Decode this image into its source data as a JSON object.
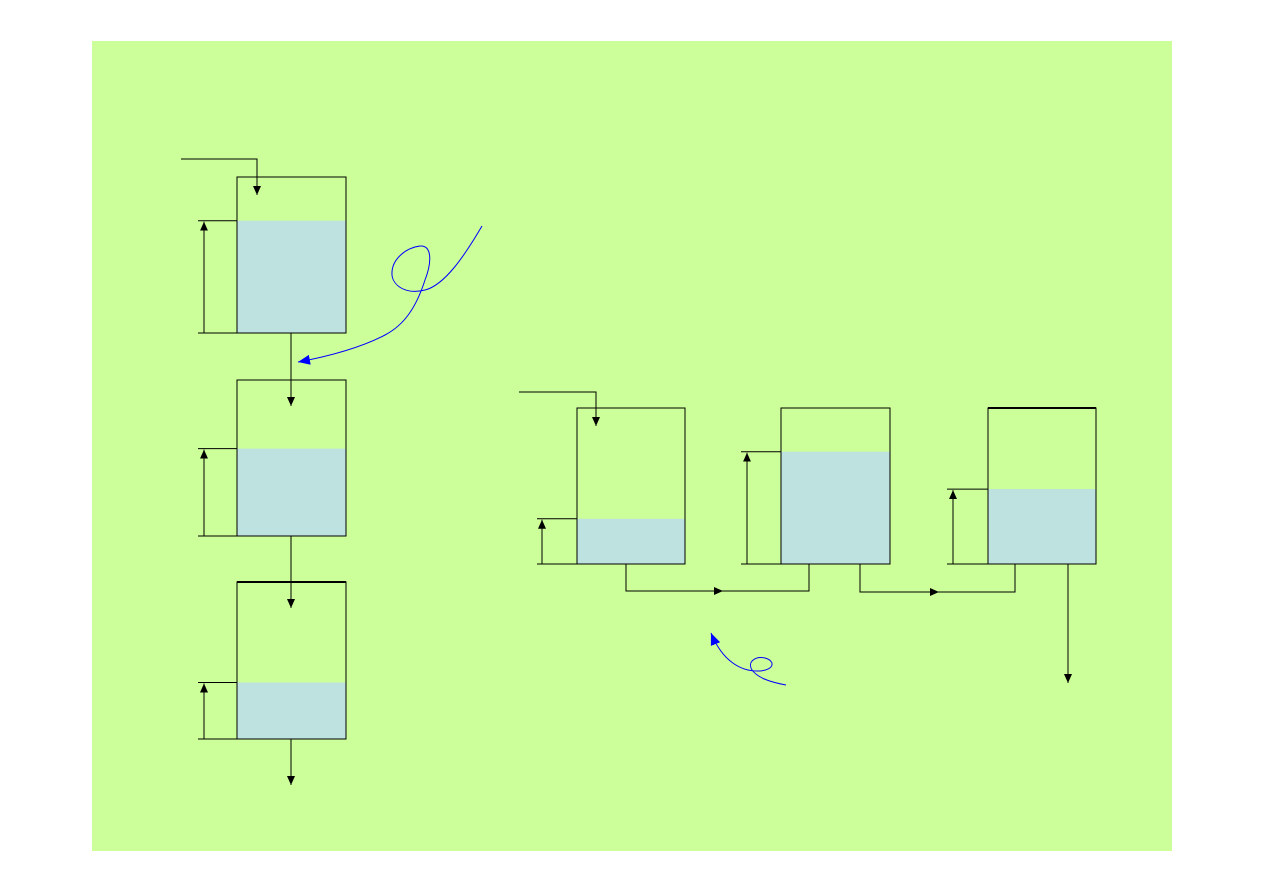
{
  "colors": {
    "slide_background": "#ccff99",
    "liquid": "#bde2e0",
    "outline": "#000000",
    "annotation": "#0000ff"
  },
  "diagram": {
    "vertical_cascade": {
      "tanks": [
        {
          "level_fraction": 0.72
        },
        {
          "level_fraction": 0.56
        },
        {
          "level_fraction": 0.36
        }
      ]
    },
    "horizontal_series": {
      "tanks": [
        {
          "level_fraction": 0.29
        },
        {
          "level_fraction": 0.72
        },
        {
          "level_fraction": 0.48
        }
      ]
    },
    "annotations": [
      {
        "type": "hand-drawn-loop-arrow",
        "points_to": "flow-between-tank-1-and-tank-2"
      },
      {
        "type": "hand-drawn-loop-arrow",
        "points_to": "series-connecting-pipe"
      }
    ]
  }
}
